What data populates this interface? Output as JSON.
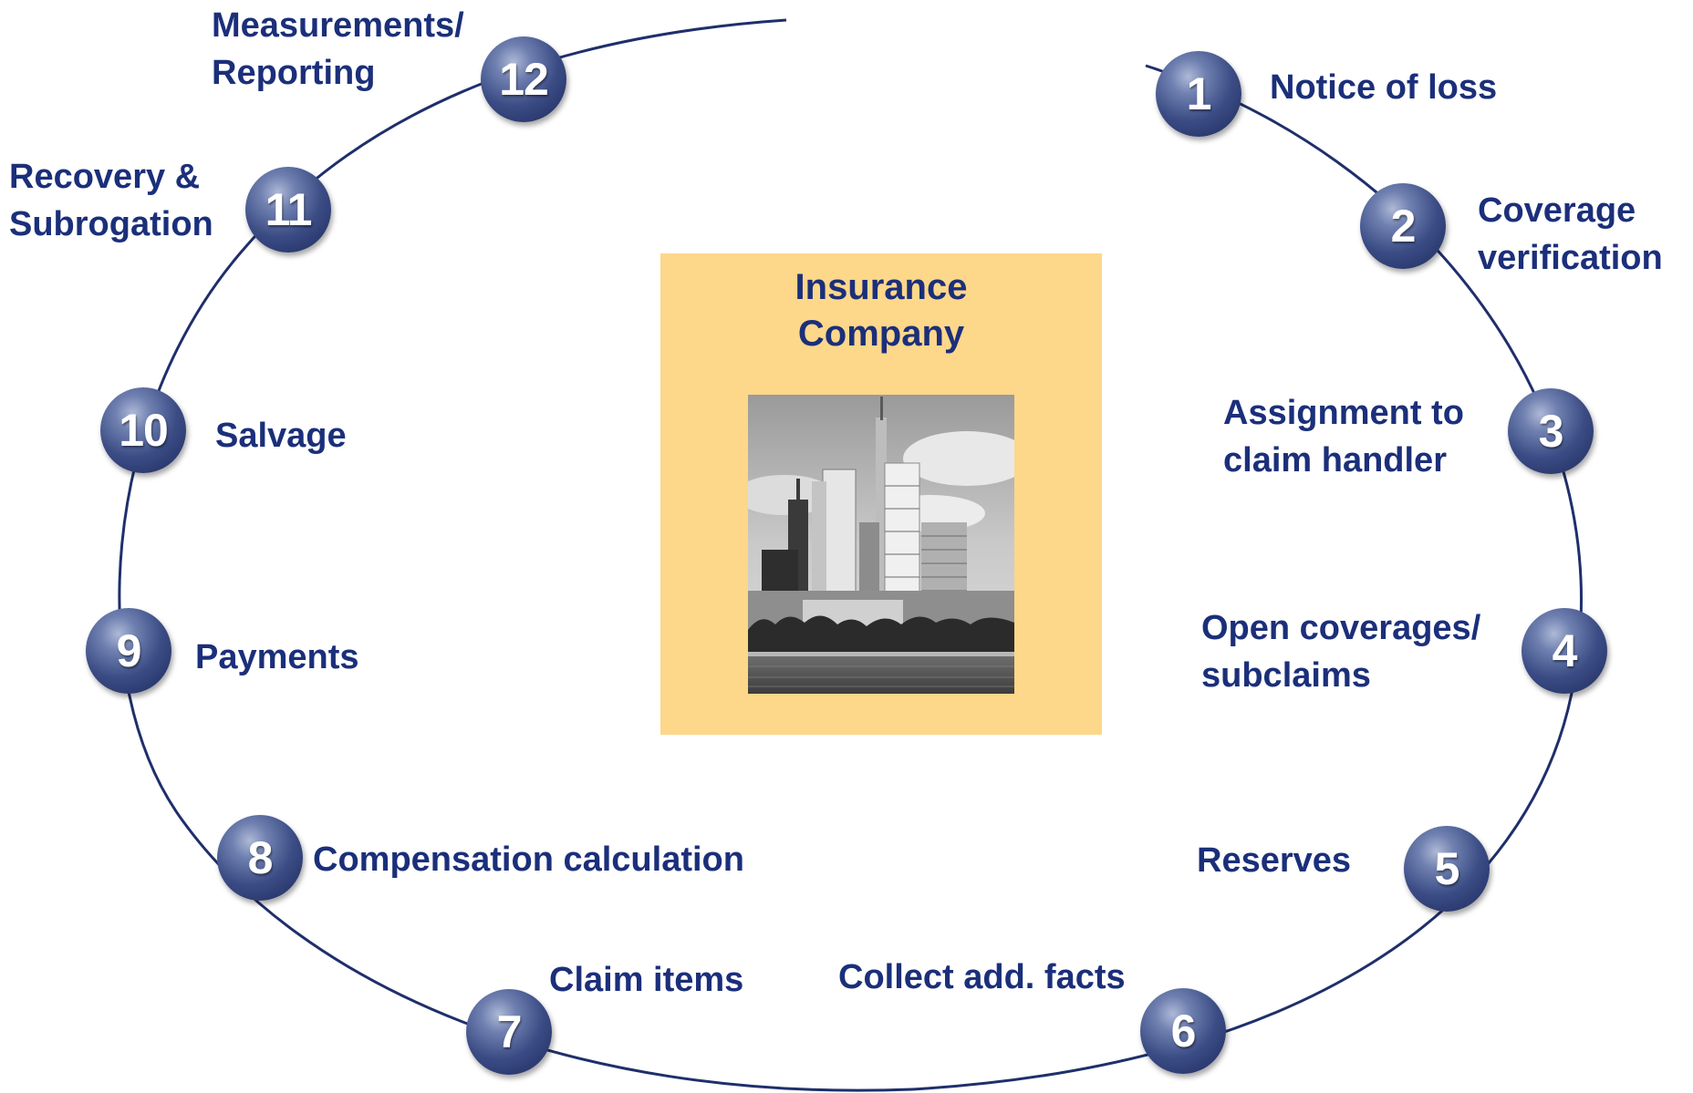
{
  "center": {
    "title": "Insurance\nCompany",
    "image_alt": "Skyscraper city skyline photo"
  },
  "steps": [
    {
      "number": "1",
      "label": "Notice of loss"
    },
    {
      "number": "2",
      "label": "Coverage\nverification"
    },
    {
      "number": "3",
      "label": "Assignment to\nclaim handler"
    },
    {
      "number": "4",
      "label": "Open coverages/\nsubclaims"
    },
    {
      "number": "5",
      "label": "Reserves"
    },
    {
      "number": "6",
      "label": "Collect add. facts"
    },
    {
      "number": "7",
      "label": "Claim items"
    },
    {
      "number": "8",
      "label": "Compensation calculation"
    },
    {
      "number": "9",
      "label": "Payments"
    },
    {
      "number": "10",
      "label": "Salvage"
    },
    {
      "number": "11",
      "label": "Recovery &\nSubrogation"
    },
    {
      "number": "12",
      "label": "Measurements/\nReporting"
    }
  ],
  "colors": {
    "text": "#1b2f7a",
    "ring": "#1f2f6b",
    "badge": "#2f3f78",
    "center_box": "#fdd78a"
  }
}
